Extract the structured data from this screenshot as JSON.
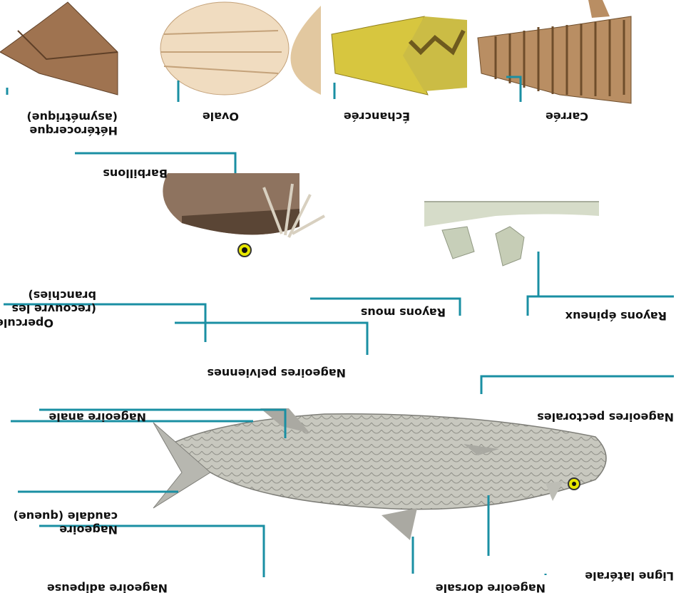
{
  "colors": {
    "leader": "#1a8fa3",
    "fish_body": "#c9c9c0",
    "scale_line": "#8a8a84",
    "eye": "#e8e800"
  },
  "labels": {
    "nageoire_dorsale": "Nageoire dorsale",
    "nageoire_adipeuse": "Nageoire adipeuse",
    "ligne_laterale": "Ligne latérale",
    "nageoire_caudale": "Nageoire\ncaudale (queue)",
    "nageoires_pectorales": "Nageoires pectorales",
    "nageoire_anale": "Nageoire anale",
    "nageoires_pelviennes": "Nageoires pelviennes",
    "opercule": "Opercule",
    "opercule_note": "(recouvre les\nbranchies)",
    "rayons_epineux": "Rayons épineux",
    "rayons_mous": "Rayons mous",
    "barbillons": "Barbillons",
    "tail_carree": "Carrée",
    "tail_echancree": "Échancrée",
    "tail_ovale": "Ovale",
    "tail_heterocerque": "Hétérocerque\n(asymétrique)"
  }
}
